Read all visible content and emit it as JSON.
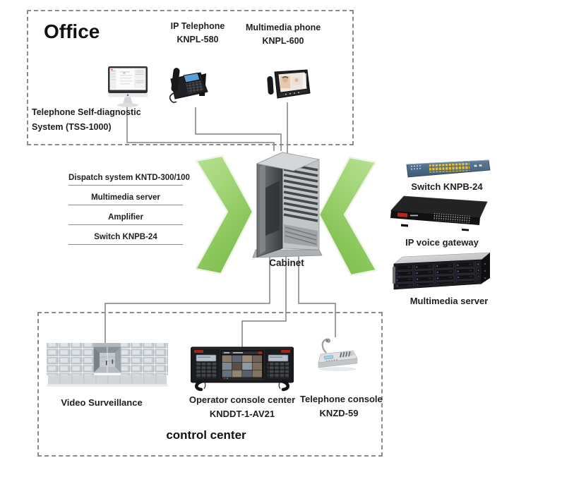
{
  "office": {
    "title": "Office",
    "tss_label_line1": "Telephone Self-diagnostic",
    "tss_label_line2": "System (TSS-1000)",
    "ip_phone_name": "IP Telephone",
    "ip_phone_model": "KNPL-580",
    "mm_phone_name": "Multimedia phone",
    "mm_phone_model": "KNPL-600"
  },
  "rack_services": {
    "items": [
      {
        "label": "Dispatch system KNTD-300/100"
      },
      {
        "label": "Multimedia server"
      },
      {
        "label": "Amplifier"
      },
      {
        "label": "Switch KNPB-24"
      }
    ]
  },
  "cabinet": {
    "label": "Cabinet"
  },
  "right_column": {
    "switch_label": "Switch KNPB-24",
    "gateway_label": "IP voice gateway",
    "server_label": "Multimedia server"
  },
  "control_center": {
    "title": "control center",
    "video_label": "Video Surveillance",
    "operator_name": "Operator console center",
    "operator_model": "KNDDT-1-AV21",
    "telephone_name": "Telephone console",
    "telephone_model": "KNZD-59"
  },
  "colors": {
    "arrow_green": "#7fbf4d",
    "arrow_green_light": "#b9e293",
    "connector_gray": "#808080",
    "dashed_border_gray": "#8a8a8a"
  }
}
